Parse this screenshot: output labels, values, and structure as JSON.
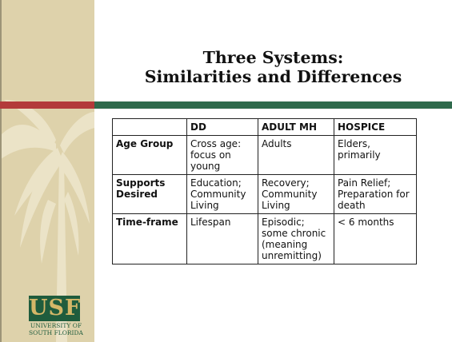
{
  "slide": {
    "title_line1": "Three Systems:",
    "title_line2": "Similarities and Differences"
  },
  "table": {
    "headers": [
      "",
      "DD",
      "ADULT MH",
      "HOSPICE"
    ],
    "rows": [
      {
        "label": "Age Group",
        "cells": [
          "Cross age: focus on young",
          "Adults",
          "Elders, primarily"
        ]
      },
      {
        "label": "Supports Desired",
        "cells": [
          "Education; Community Living",
          "Recovery; Community Living",
          "Pain Relief; Preparation for death"
        ]
      },
      {
        "label": "Time-frame",
        "cells": [
          "Lifespan",
          "Episodic; some chronic (meaning unremitting)",
          "< 6 months"
        ]
      }
    ]
  },
  "logo": {
    "letters": "USF",
    "line1": "UNIVERSITY OF",
    "line2": "SOUTH FLORIDA"
  },
  "colors": {
    "band_tan": "#ded2ab",
    "band_red": "#b33a3a",
    "band_green": "#2f6a4c",
    "logo_green": "#1f5c3d",
    "logo_gold": "#d4b768"
  }
}
